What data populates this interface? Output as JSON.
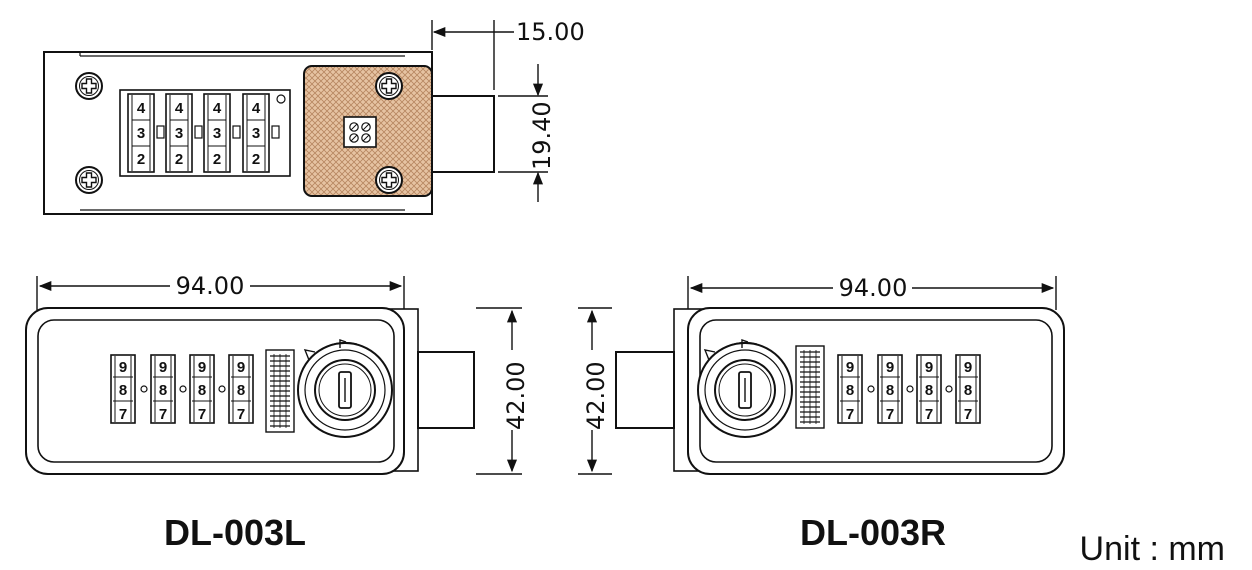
{
  "dimensions": {
    "top_bolt_width": "15.00",
    "top_bolt_height": "19.40",
    "left_width": "94.00",
    "left_height": "42.00",
    "right_width": "94.00",
    "right_height": "42.00"
  },
  "wheels": {
    "top": [
      "4",
      "3",
      "2"
    ],
    "front": [
      "9",
      "8",
      "7"
    ]
  },
  "labels": {
    "left_model": "DL-003L",
    "right_model": "DL-003R",
    "unit": "Unit : mm"
  },
  "colors": {
    "line": "#111111",
    "knurl_fill": "#e6c3a2",
    "knurl_mesh": "#b68660"
  }
}
